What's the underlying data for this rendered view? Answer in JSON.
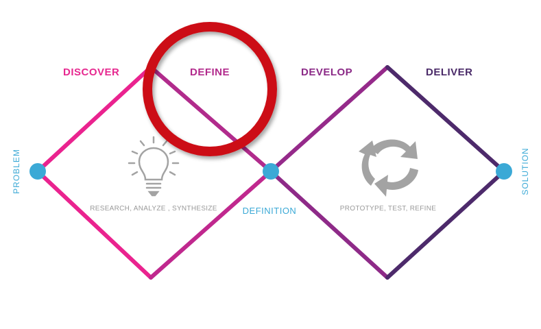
{
  "phases": {
    "discover": {
      "label": "DISCOVER",
      "color": "#e9258f"
    },
    "define": {
      "label": "DEFINE",
      "color": "#b6288d"
    },
    "develop": {
      "label": "DEVELOP",
      "color": "#8e2a86"
    },
    "deliver": {
      "label": "DELIVER",
      "color": "#4a2a68"
    }
  },
  "captions": {
    "first_diamond": "RESEARCH, ANALYZE , SYNTHESIZE",
    "second_diamond": "PROTOTYPE, TEST, REFINE"
  },
  "nodes": {
    "start": {
      "label": "PROBLEM"
    },
    "middle": {
      "label": "DEFINITION"
    },
    "end": {
      "label": "SOLUTION"
    }
  },
  "icons": {
    "first_diamond": "lightbulb-icon",
    "second_diamond": "refresh-cycle-icon"
  },
  "colors": {
    "node_blue": "#3ba9d6",
    "highlight_ring": "#cc1018",
    "icon_gray": "#a3a3a3"
  }
}
